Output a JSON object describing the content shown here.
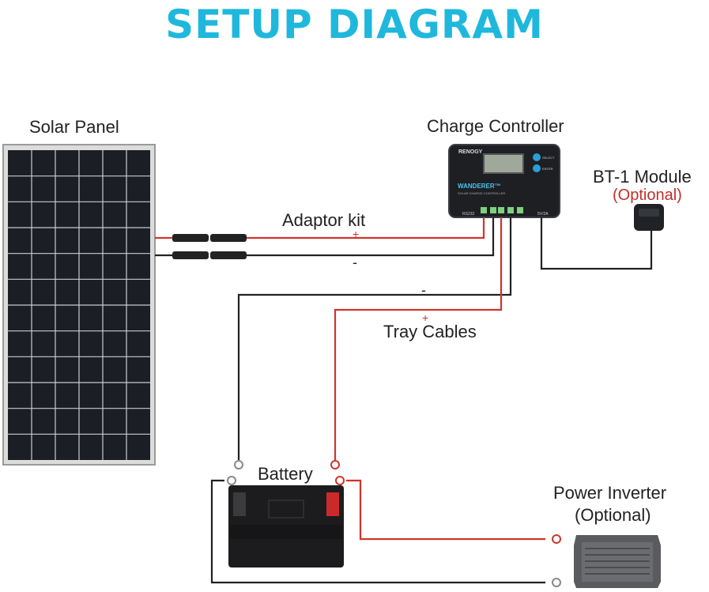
{
  "title": "SETUP DIAGRAM",
  "labels": {
    "solar_panel": "Solar Panel",
    "charge_controller": "Charge Controller",
    "bt_module": "BT-1 Module",
    "bt_optional": "(Optional)",
    "adaptor_kit": "Adaptor kit",
    "tray_cables": "Tray Cables",
    "battery": "Battery",
    "power_inverter": "Power Inverter",
    "inverter_optional": "(Optional)",
    "plus": "+",
    "minus": "-"
  },
  "controller": {
    "brand": "RENOGY",
    "model": "WANDERER™",
    "subtitle": "SOLAR CHARGE CONTROLLER",
    "select": "SELECT",
    "enter": "ENTER",
    "port": "RS232",
    "voltage": "5V/2A"
  },
  "colors": {
    "title": "#1fb8dc",
    "positive_wire": "#d0342a",
    "negative_wire": "#222222",
    "optional_text": "#c0302a"
  }
}
